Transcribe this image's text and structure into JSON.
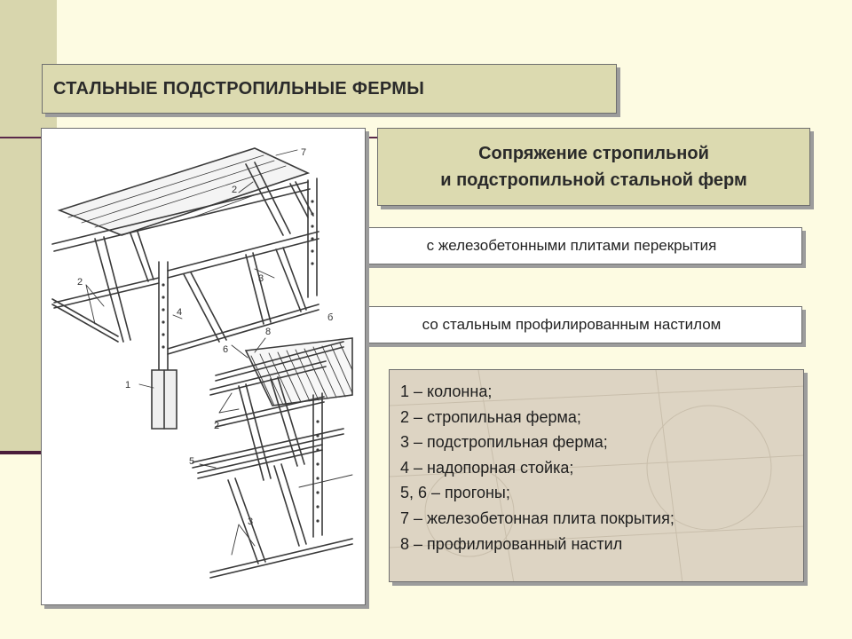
{
  "slide": {
    "title": "СТАЛЬНЫЕ  ПОДСТРОПИЛЬНЫЕ ФЕРМЫ",
    "heading_line1": "Сопряжение стропильной",
    "heading_line2": "и подстропильной стальной ферм",
    "option_concrete": "с железобетонными плитами перекрытия",
    "option_steel": "со стальным профилированным настилом"
  },
  "legend": [
    "1 – колонна;",
    "2 – стропильная  ферма;",
    "3 – подстропильная  ферма;",
    "4 – надопорная  стойка;",
    "5, 6 – прогоны;",
    "7 – железобетонная плита покрытия;",
    "8 – профилированный  настил"
  ],
  "drawing_labels": {
    "n1": "1",
    "n2a": "2",
    "n2b": "2",
    "n2c": "2",
    "n3a": "3",
    "n3b": "3",
    "n4": "4",
    "n5": "5",
    "n6": "6",
    "n7": "7",
    "n8": "8",
    "fig_b": "б"
  }
}
